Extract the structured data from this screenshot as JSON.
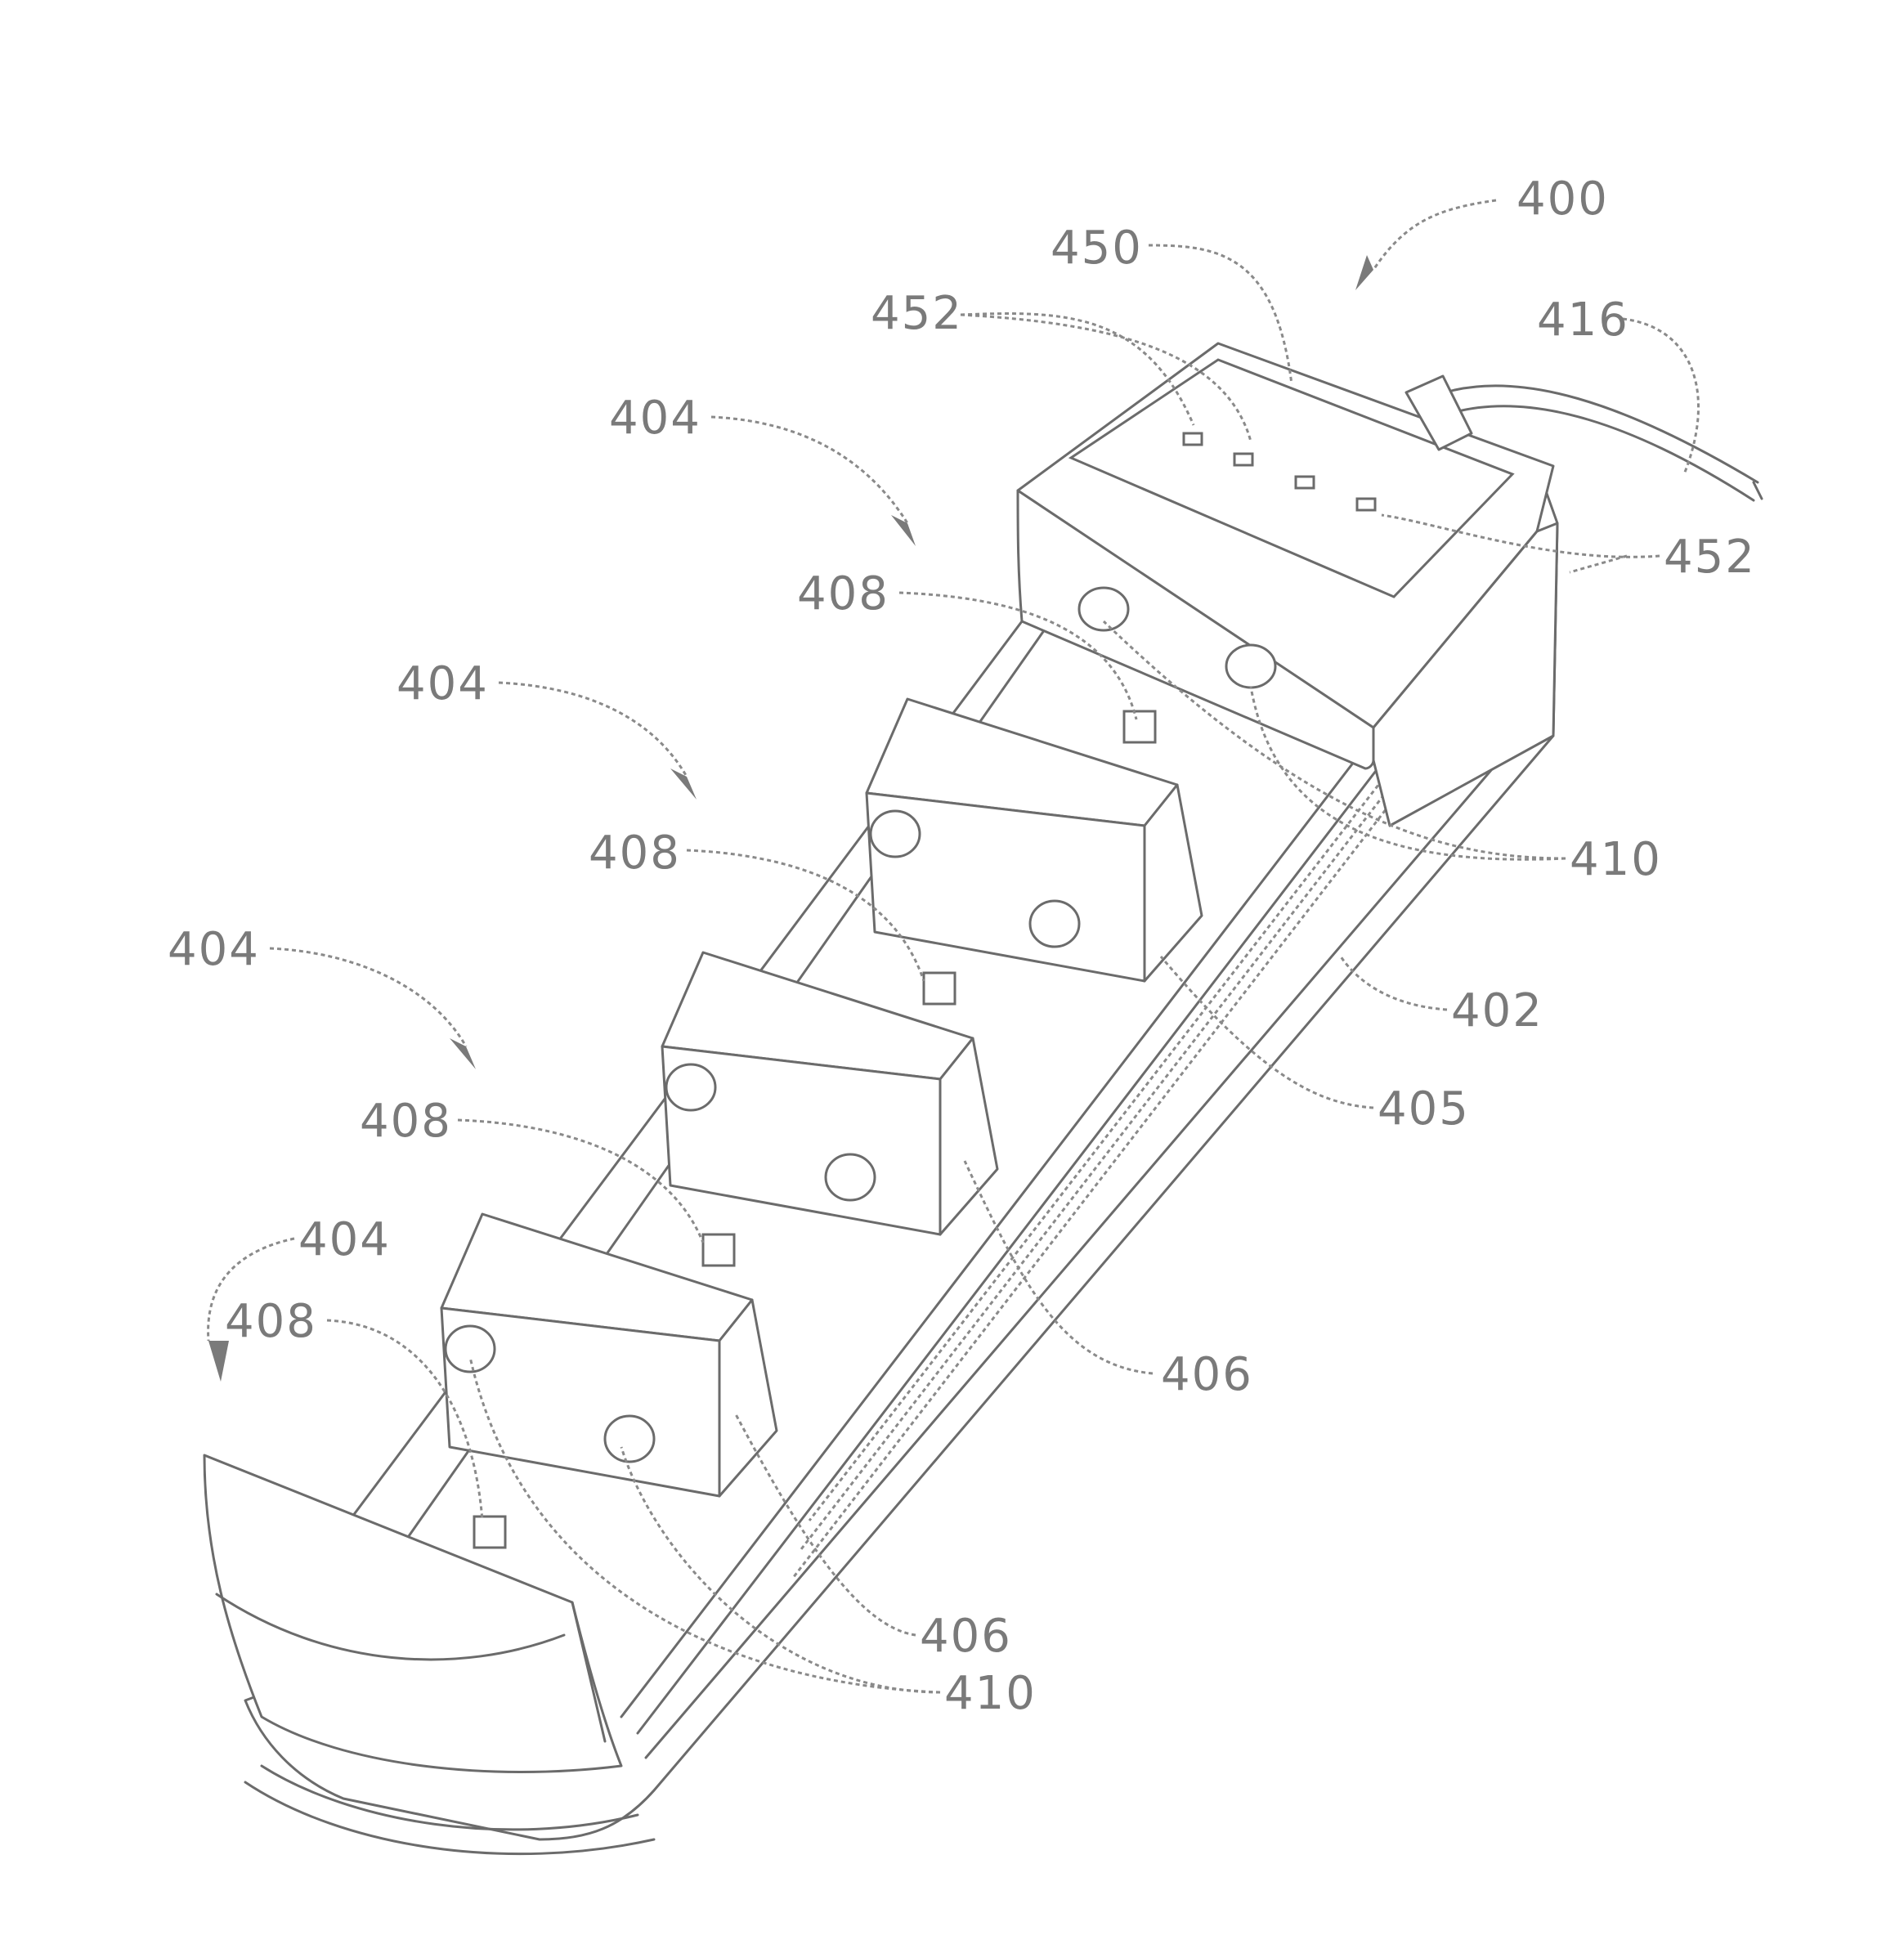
{
  "colors": {
    "line": "#6b6b6b",
    "leader": "#8a8a8a",
    "label": "#7a7a7a",
    "background": "#ffffff"
  },
  "labels": {
    "ref_400": "400",
    "ref_450": "450",
    "ref_452_top": "452",
    "ref_452_right": "452",
    "ref_416": "416",
    "ref_404_a": "404",
    "ref_404_b": "404",
    "ref_404_c": "404",
    "ref_404_d": "404",
    "ref_408_a": "408",
    "ref_408_b": "408",
    "ref_408_c": "408",
    "ref_408_d": "408",
    "ref_410_right": "410",
    "ref_410_bottom": "410",
    "ref_402": "402",
    "ref_405": "405",
    "ref_406_mid": "406",
    "ref_406_bottom": "406"
  }
}
